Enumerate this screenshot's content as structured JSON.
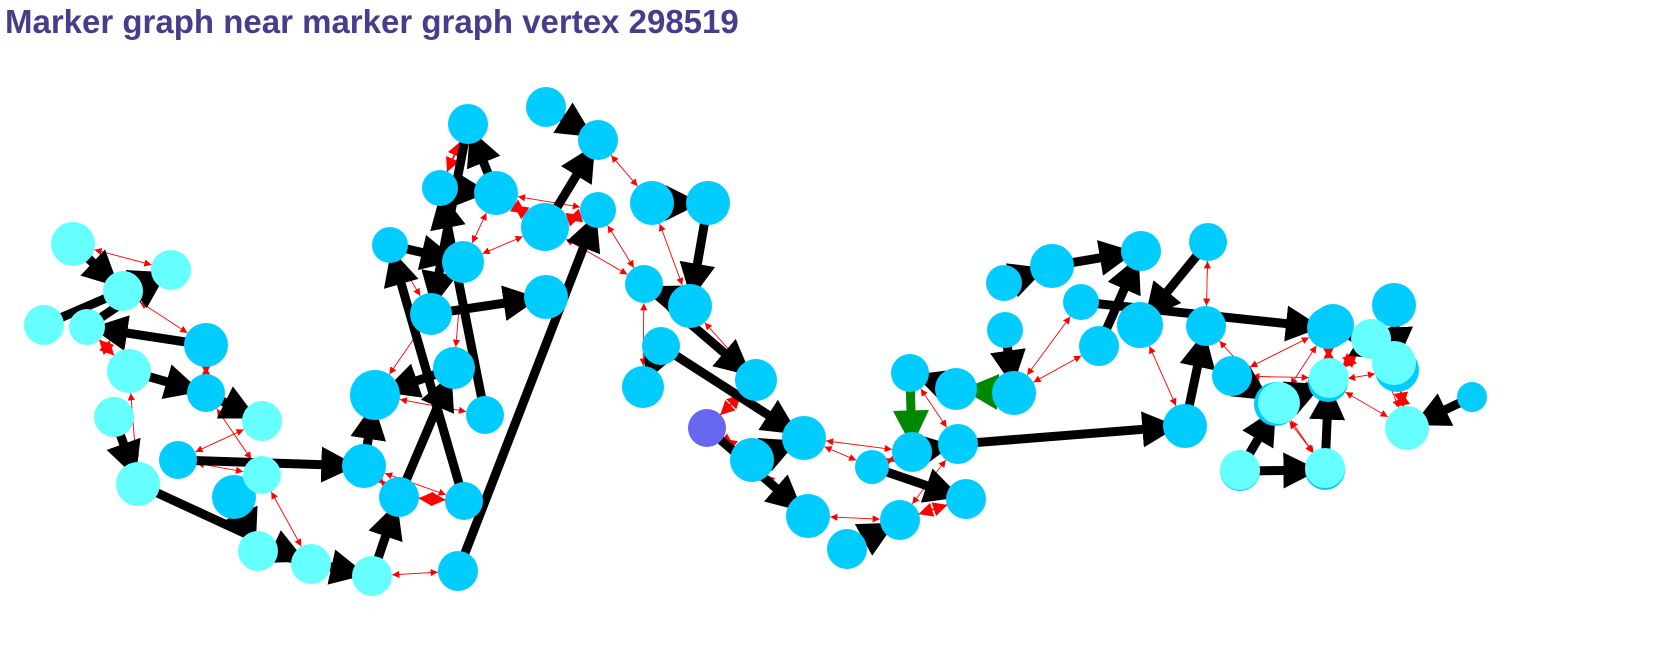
{
  "page": {
    "title": "Marker graph near marker graph vertex 298519"
  },
  "colors": {
    "title": "#483D8B",
    "vertex_primary": "#00CCFF",
    "vertex_light": "#66FFFF",
    "vertex_start": "#6666EE",
    "edge_strong": "#000000",
    "edge_weak": "#FF0000",
    "edge_special": "#008800"
  },
  "graph": {
    "vertices": [
      {
        "id": "a1",
        "role": "light"
      },
      {
        "id": "a2",
        "role": "light"
      },
      {
        "id": "a3",
        "role": "light"
      },
      {
        "id": "a4",
        "role": "light"
      },
      {
        "id": "a5",
        "role": "light"
      },
      {
        "id": "a6",
        "role": "primary"
      },
      {
        "id": "a7",
        "role": "light"
      },
      {
        "id": "a8",
        "role": "primary"
      },
      {
        "id": "a9",
        "role": "light"
      },
      {
        "id": "a10",
        "role": "light"
      },
      {
        "id": "a11",
        "role": "light"
      },
      {
        "id": "a12",
        "role": "primary"
      },
      {
        "id": "a13",
        "role": "primary"
      },
      {
        "id": "a14",
        "role": "light"
      },
      {
        "id": "a15",
        "role": "light"
      },
      {
        "id": "a16",
        "role": "light"
      },
      {
        "id": "a17",
        "role": "primary"
      },
      {
        "id": "a18",
        "role": "primary"
      },
      {
        "id": "a19",
        "role": "primary"
      },
      {
        "id": "a20",
        "role": "light"
      },
      {
        "id": "a21",
        "role": "primary"
      },
      {
        "id": "b1",
        "role": "primary"
      },
      {
        "id": "b2",
        "role": "primary"
      },
      {
        "id": "b3",
        "role": "primary"
      },
      {
        "id": "b4",
        "role": "primary"
      },
      {
        "id": "b5",
        "role": "primary"
      },
      {
        "id": "b6",
        "role": "primary"
      },
      {
        "id": "b7",
        "role": "primary"
      },
      {
        "id": "b8",
        "role": "primary"
      },
      {
        "id": "b9",
        "role": "primary"
      },
      {
        "id": "b10",
        "role": "primary"
      },
      {
        "id": "b11",
        "role": "primary"
      },
      {
        "id": "b12",
        "role": "primary"
      },
      {
        "id": "b13",
        "role": "primary"
      },
      {
        "id": "b14",
        "role": "primary"
      },
      {
        "id": "c1",
        "role": "primary"
      },
      {
        "id": "c2",
        "role": "primary"
      },
      {
        "id": "c3",
        "role": "primary"
      },
      {
        "id": "c4",
        "role": "primary"
      },
      {
        "id": "c5",
        "role": "primary"
      },
      {
        "id": "c6",
        "role": "primary"
      },
      {
        "id": "c7",
        "role": "start"
      },
      {
        "id": "c8",
        "role": "primary"
      },
      {
        "id": "c9",
        "role": "primary"
      },
      {
        "id": "c10",
        "role": "primary"
      },
      {
        "id": "c11",
        "role": "primary"
      },
      {
        "id": "c12",
        "role": "primary"
      },
      {
        "id": "c13",
        "role": "primary"
      },
      {
        "id": "c14",
        "role": "primary"
      },
      {
        "id": "c15",
        "role": "primary"
      },
      {
        "id": "d1",
        "role": "primary"
      },
      {
        "id": "d2",
        "role": "primary"
      },
      {
        "id": "d3",
        "role": "primary"
      },
      {
        "id": "d4",
        "role": "primary"
      },
      {
        "id": "d5",
        "role": "primary"
      },
      {
        "id": "d6",
        "role": "primary"
      },
      {
        "id": "d7",
        "role": "primary"
      },
      {
        "id": "d8",
        "role": "primary"
      },
      {
        "id": "d9",
        "role": "primary"
      },
      {
        "id": "d10",
        "role": "primary"
      },
      {
        "id": "d11",
        "role": "primary"
      },
      {
        "id": "d12",
        "role": "primary"
      },
      {
        "id": "d13",
        "role": "primary"
      },
      {
        "id": "d14",
        "role": "primary"
      },
      {
        "id": "e1",
        "role": "primary"
      },
      {
        "id": "e2",
        "role": "primary"
      },
      {
        "id": "e3",
        "role": "primary"
      },
      {
        "id": "e4",
        "role": "primary"
      },
      {
        "id": "e5",
        "role": "primary"
      },
      {
        "id": "e6",
        "role": "primary"
      },
      {
        "id": "e7",
        "role": "primary"
      },
      {
        "id": "e8",
        "role": "primary"
      },
      {
        "id": "e9",
        "role": "primary"
      },
      {
        "id": "e10",
        "role": "primary"
      },
      {
        "id": "e11",
        "role": "light"
      },
      {
        "id": "e12",
        "role": "light"
      },
      {
        "id": "e13",
        "role": "light"
      },
      {
        "id": "e14",
        "role": "light"
      },
      {
        "id": "e15",
        "role": "light"
      },
      {
        "id": "e16",
        "role": "light"
      },
      {
        "id": "e17",
        "role": "light"
      },
      {
        "id": "e18",
        "role": "primary"
      }
    ],
    "strong_edges": [
      [
        "a1",
        "a4"
      ],
      [
        "a2",
        "a5"
      ],
      [
        "a3",
        "a5"
      ],
      [
        "a6",
        "a3"
      ],
      [
        "a7",
        "a8"
      ],
      [
        "a8",
        "a10"
      ],
      [
        "a9",
        "a11"
      ],
      [
        "a13",
        "a15"
      ],
      [
        "a12",
        "a17"
      ],
      [
        "a11",
        "a16"
      ],
      [
        "a15",
        "a20"
      ],
      [
        "a20",
        "a21"
      ],
      [
        "a21",
        "a19"
      ],
      [
        "a19",
        "a18"
      ],
      [
        "a17",
        "a18"
      ],
      [
        "b1",
        "b2"
      ],
      [
        "b3",
        "b4"
      ],
      [
        "b5",
        "b6"
      ],
      [
        "b7",
        "b3"
      ],
      [
        "b8",
        "b9"
      ],
      [
        "b10",
        "b9"
      ],
      [
        "b11",
        "b5"
      ],
      [
        "b6",
        "b7"
      ],
      [
        "b12",
        "b1"
      ],
      [
        "b13",
        "b14"
      ],
      [
        "c1",
        "c2"
      ],
      [
        "c2",
        "c3"
      ],
      [
        "c4",
        "c5"
      ],
      [
        "c3",
        "c4"
      ],
      [
        "c6",
        "c8"
      ],
      [
        "c9",
        "c10"
      ],
      [
        "c7",
        "c11"
      ],
      [
        "c6",
        "c10"
      ],
      [
        "c12",
        "c13"
      ],
      [
        "c14",
        "c15"
      ],
      [
        "d1",
        "d2"
      ],
      [
        "d2",
        "d3"
      ],
      [
        "d4",
        "d5"
      ],
      [
        "d6",
        "d3"
      ],
      [
        "d7",
        "d8"
      ],
      [
        "d9",
        "d10"
      ],
      [
        "d11",
        "d12"
      ],
      [
        "d13",
        "d14"
      ],
      [
        "d12",
        "d13"
      ],
      [
        "e1",
        "e2"
      ],
      [
        "e2",
        "e3"
      ],
      [
        "e4",
        "e5"
      ],
      [
        "e6",
        "e7"
      ],
      [
        "e8",
        "e9"
      ],
      [
        "e10",
        "e11"
      ],
      [
        "e12",
        "e13"
      ],
      [
        "e14",
        "e15"
      ],
      [
        "e16",
        "e17"
      ],
      [
        "e18",
        "e14"
      ]
    ],
    "special_edges": [
      [
        "d8",
        "d9"
      ],
      [
        "d10",
        "d11"
      ]
    ]
  }
}
